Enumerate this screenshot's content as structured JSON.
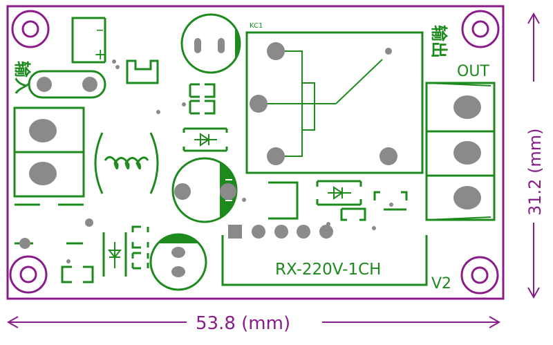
{
  "labels": {
    "input_cn": "输入",
    "output_cn": "输出",
    "output": "OUT",
    "relay_ref": "KC1",
    "model": "RX-220V-1CH",
    "version": "V2",
    "minus": "–",
    "plus": "+",
    "width_dim": "53.8 (mm)",
    "height_dim": "31.2 (mm)"
  },
  "colors": {
    "outline": "#8a1c8a",
    "silkscreen": "#1d8a1d",
    "pad": "#8a8a8a",
    "dimension": "#8a1c8a"
  }
}
